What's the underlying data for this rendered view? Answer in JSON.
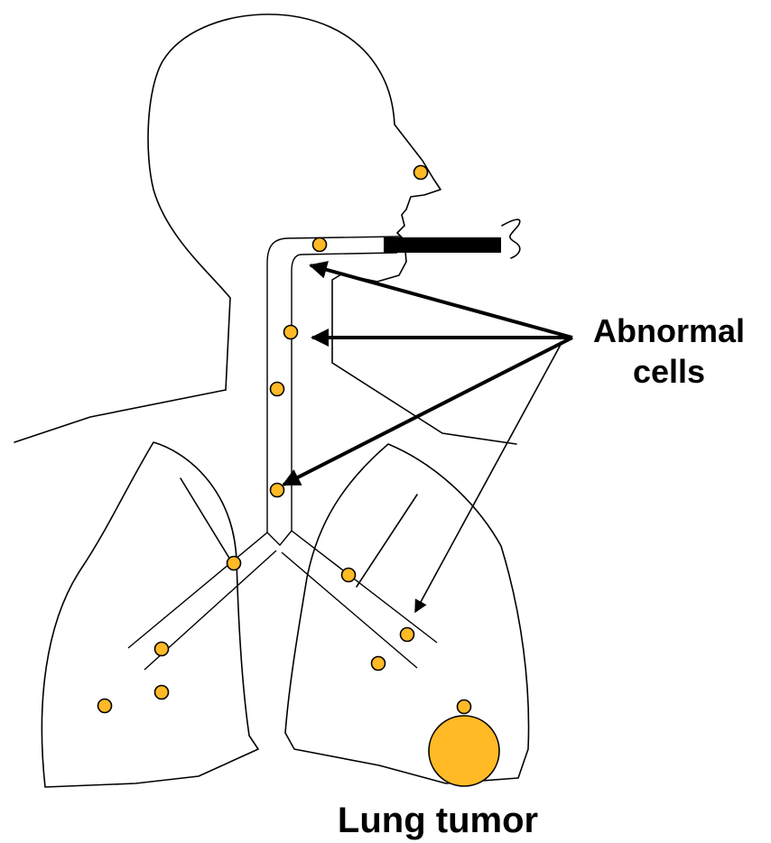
{
  "labels": {
    "abnormal_line1": "Abnormal",
    "abnormal_line2": "cells",
    "tumor": "Lung tumor"
  },
  "colors": {
    "cell_fill": "#FFBA26",
    "outline": "#000000",
    "background": "#FFFFFF"
  }
}
